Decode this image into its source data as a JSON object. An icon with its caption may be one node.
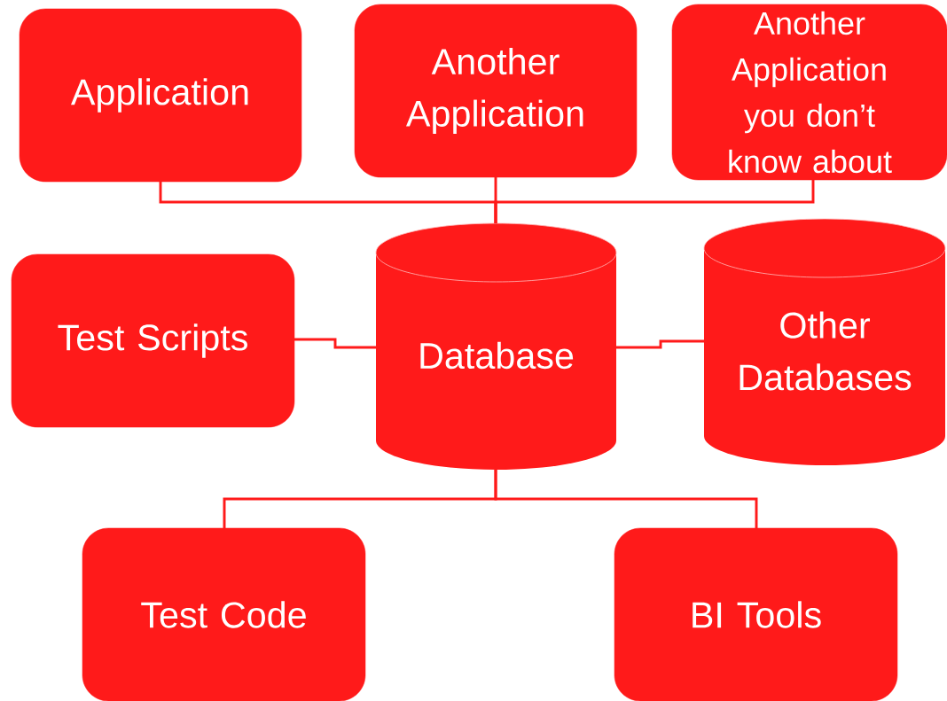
{
  "diagram": {
    "nodes": [
      {
        "text": [
          "Application"
        ]
      },
      {
        "text": [
          "Another Application"
        ]
      },
      {
        "text": [
          "Another Application you don’t know about"
        ]
      },
      {
        "text": [
          "Test Scripts"
        ]
      },
      {
        "text": [
          "Database"
        ]
      },
      {
        "text": [
          "Other Databases"
        ]
      },
      {
        "text": [
          "Test Code"
        ]
      },
      {
        "text": [
          "BI Tools"
        ]
      }
    ],
    "edges": [
      {
        "from": 0,
        "to": 4,
        "arrow": "none"
      },
      {
        "from": 1,
        "to": 4,
        "arrow": "none"
      },
      {
        "from": 2,
        "to": 4,
        "arrow": "none"
      },
      {
        "from": 3,
        "to": 4,
        "arrow": "none"
      },
      {
        "from": 5,
        "to": 4,
        "arrow": "none"
      },
      {
        "from": 4,
        "to": 6,
        "arrow": "none"
      },
      {
        "from": 4,
        "to": 7,
        "arrow": "none"
      }
    ]
  }
}
